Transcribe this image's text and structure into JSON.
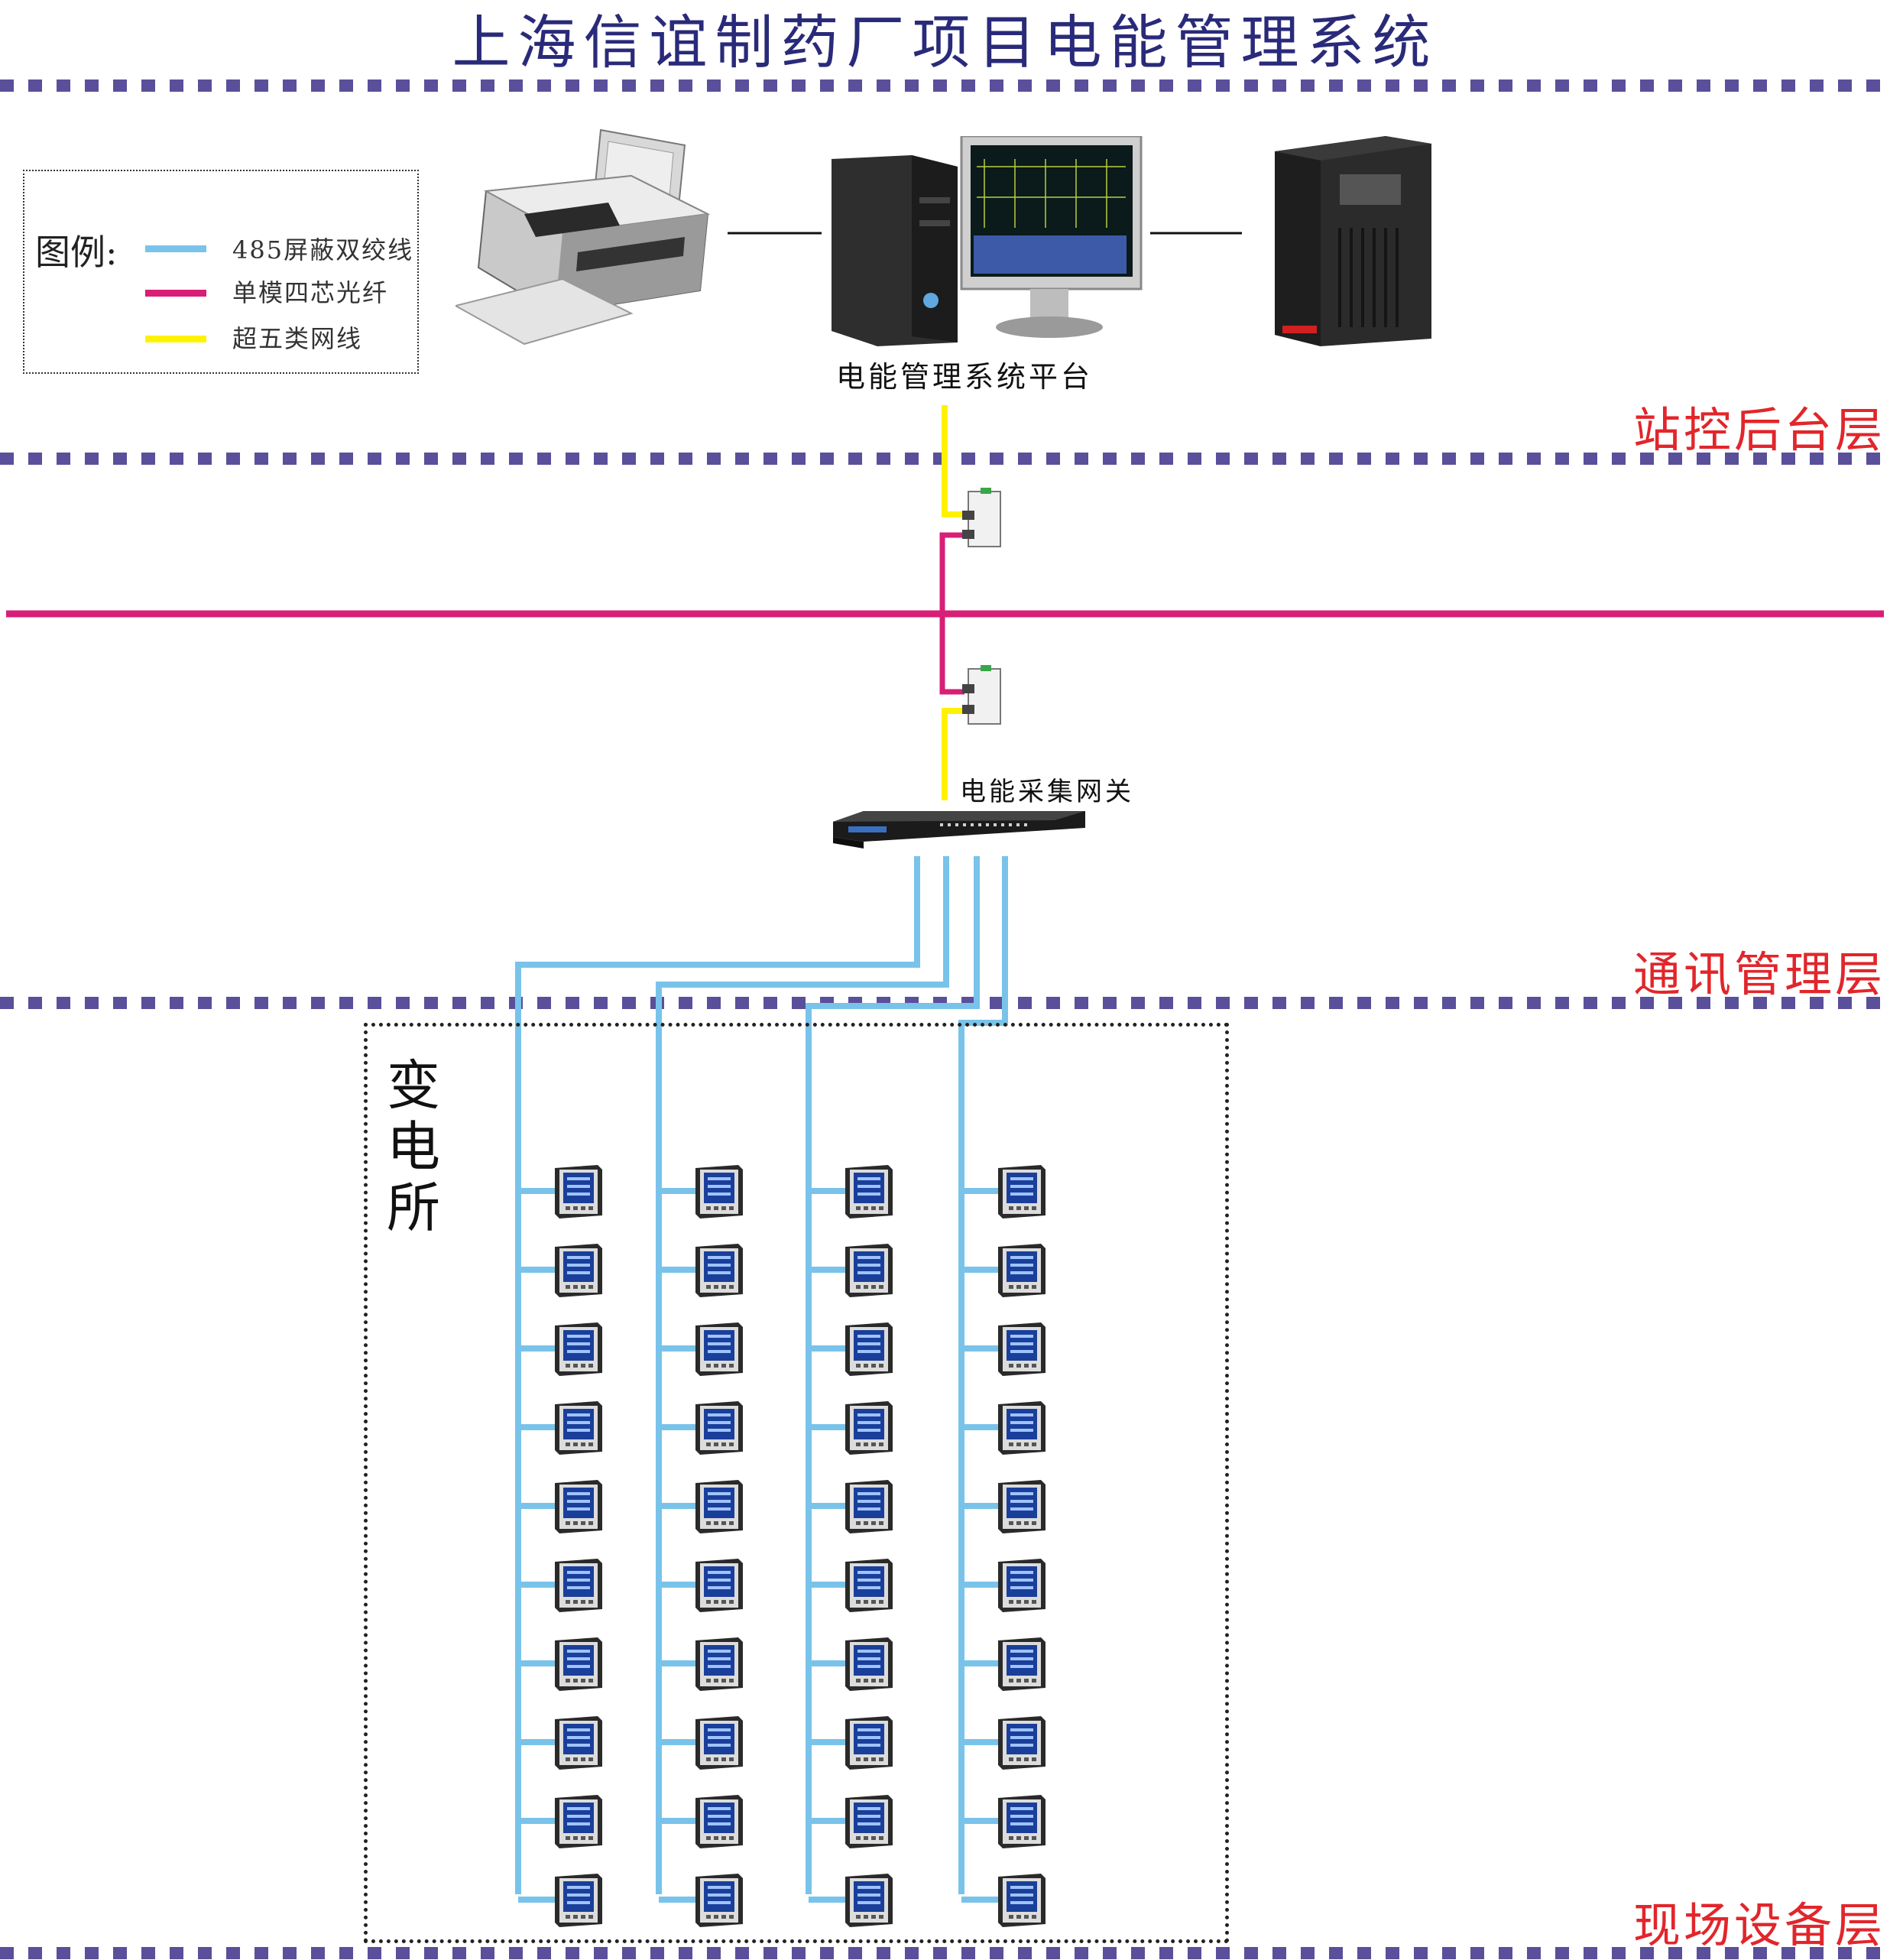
{
  "title": "上海信谊制药厂项目电能管理系统",
  "legend": {
    "title": "图例:",
    "items": [
      {
        "label": "485屏蔽双绞线",
        "color": "#79c3ea"
      },
      {
        "label": "单模四芯光纤",
        "color": "#d81e76"
      },
      {
        "label": "超五类网线",
        "color": "#fff200"
      }
    ]
  },
  "layers": {
    "top": "站控后台层",
    "middle": "通讯管理层",
    "bottom": "现场设备层"
  },
  "devices": {
    "printer": "printer-icon",
    "computer": "computer-icon",
    "ups": "ups-icon",
    "converter": "fiber-converter-icon",
    "gateway": "gateway-icon",
    "meter": "power-meter-icon"
  },
  "platform_label": "电能管理系统平台",
  "gateway_label": "电能采集网关",
  "station_label": "变电所",
  "meter_columns": 4,
  "meters_per_column": 10,
  "colors": {
    "separator": "#5a4f9a",
    "rs485": "#79c3ea",
    "fiber": "#d81e76",
    "ethernet": "#fff200",
    "layer_text": "#e1262b",
    "title_text": "#2a2a7a"
  }
}
